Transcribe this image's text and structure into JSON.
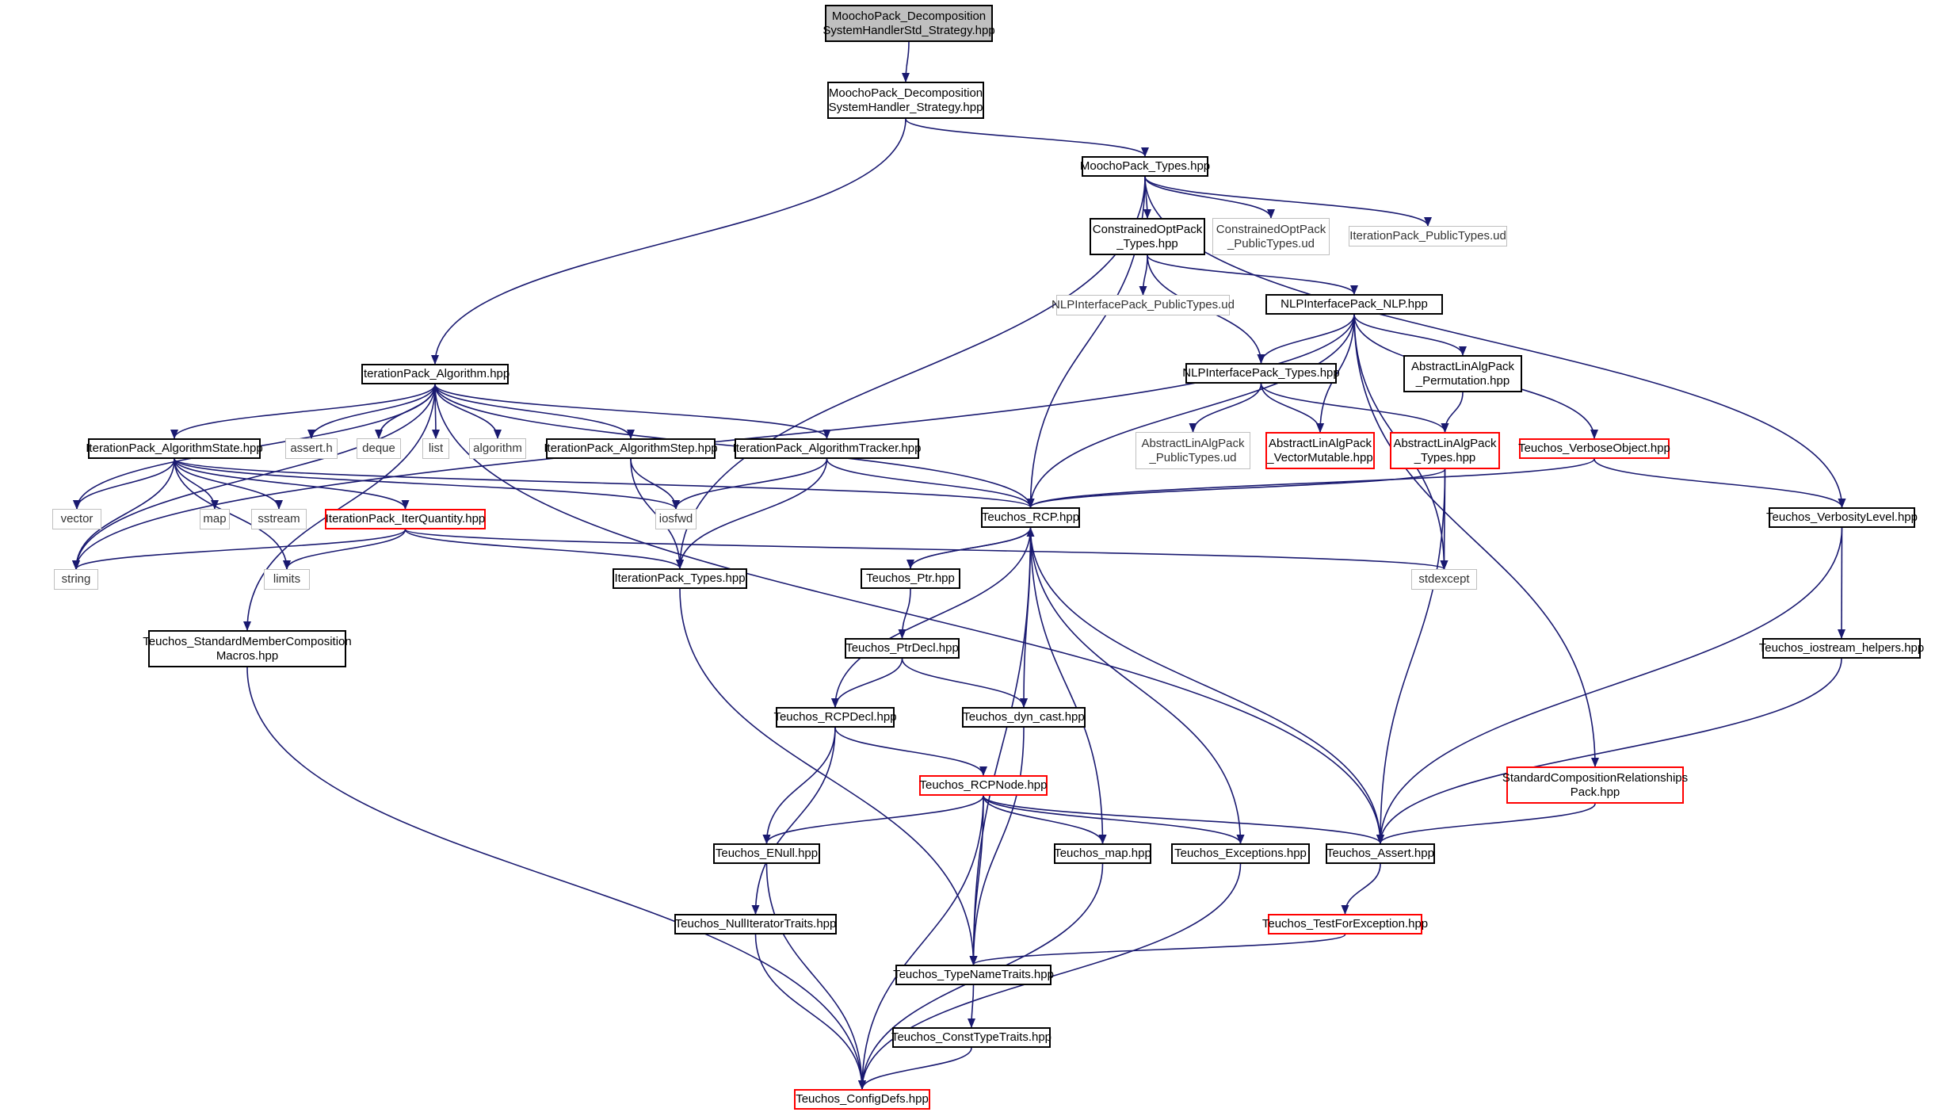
{
  "nodes": [
    {
      "id": "n0",
      "label": "MoochoPack_Decomposition\nSystemHandlerStd_Strategy.hpp",
      "style": "root"
    },
    {
      "id": "n1",
      "label": "MoochoPack_Decomposition\nSystemHandler_Strategy.hpp",
      "style": "normal"
    },
    {
      "id": "n2",
      "label": "MoochoPack_Types.hpp",
      "style": "normal"
    },
    {
      "id": "n3",
      "label": "ConstrainedOptPack\n_Types.hpp",
      "style": "normal"
    },
    {
      "id": "n4",
      "label": "ConstrainedOptPack\n_PublicTypes.ud",
      "style": "ext"
    },
    {
      "id": "n5",
      "label": "IterationPack_PublicTypes.ud",
      "style": "ext"
    },
    {
      "id": "n6",
      "label": "NLPInterfacePack_PublicTypes.ud",
      "style": "ext"
    },
    {
      "id": "n7",
      "label": "NLPInterfacePack_NLP.hpp",
      "style": "normal"
    },
    {
      "id": "n8",
      "label": "IterationPack_Algorithm.hpp",
      "style": "normal"
    },
    {
      "id": "n9",
      "label": "NLPInterfacePack_Types.hpp",
      "style": "normal"
    },
    {
      "id": "n10",
      "label": "AbstractLinAlgPack\n_Permutation.hpp",
      "style": "normal"
    },
    {
      "id": "n11",
      "label": "IterationPack_AlgorithmState.hpp",
      "style": "normal"
    },
    {
      "id": "n12",
      "label": "assert.h",
      "style": "ext"
    },
    {
      "id": "n13",
      "label": "deque",
      "style": "ext"
    },
    {
      "id": "n14",
      "label": "list",
      "style": "ext"
    },
    {
      "id": "n15",
      "label": "algorithm",
      "style": "ext"
    },
    {
      "id": "n16",
      "label": "IterationPack_AlgorithmStep.hpp",
      "style": "normal"
    },
    {
      "id": "n17",
      "label": "IterationPack_AlgorithmTracker.hpp",
      "style": "normal"
    },
    {
      "id": "n18",
      "label": "AbstractLinAlgPack\n_PublicTypes.ud",
      "style": "ext"
    },
    {
      "id": "n19",
      "label": "AbstractLinAlgPack\n_VectorMutable.hpp",
      "style": "red"
    },
    {
      "id": "n20",
      "label": "AbstractLinAlgPack\n_Types.hpp",
      "style": "red"
    },
    {
      "id": "n21",
      "label": "Teuchos_VerboseObject.hpp",
      "style": "red"
    },
    {
      "id": "n22",
      "label": "vector",
      "style": "ext"
    },
    {
      "id": "n23",
      "label": "map",
      "style": "ext"
    },
    {
      "id": "n24",
      "label": "sstream",
      "style": "ext"
    },
    {
      "id": "n25",
      "label": "IterationPack_IterQuantity.hpp",
      "style": "red"
    },
    {
      "id": "n26",
      "label": "iosfwd",
      "style": "ext"
    },
    {
      "id": "n27",
      "label": "Teuchos_RCP.hpp",
      "style": "normal"
    },
    {
      "id": "n28",
      "label": "Teuchos_VerbosityLevel.hpp",
      "style": "normal"
    },
    {
      "id": "n29",
      "label": "string",
      "style": "ext"
    },
    {
      "id": "n30",
      "label": "limits",
      "style": "ext"
    },
    {
      "id": "n31",
      "label": "IterationPack_Types.hpp",
      "style": "normal"
    },
    {
      "id": "n32",
      "label": "Teuchos_Ptr.hpp",
      "style": "normal"
    },
    {
      "id": "n33",
      "label": "stdexcept",
      "style": "ext"
    },
    {
      "id": "n34",
      "label": "Teuchos_StandardMemberComposition\nMacros.hpp",
      "style": "normal"
    },
    {
      "id": "n35",
      "label": "Teuchos_PtrDecl.hpp",
      "style": "normal"
    },
    {
      "id": "n36",
      "label": "Teuchos_iostream_helpers.hpp",
      "style": "normal"
    },
    {
      "id": "n37",
      "label": "Teuchos_RCPDecl.hpp",
      "style": "normal"
    },
    {
      "id": "n38",
      "label": "Teuchos_dyn_cast.hpp",
      "style": "normal"
    },
    {
      "id": "n39",
      "label": "Teuchos_RCPNode.hpp",
      "style": "red"
    },
    {
      "id": "n40",
      "label": "StandardCompositionRelationships\nPack.hpp",
      "style": "red"
    },
    {
      "id": "n41",
      "label": "Teuchos_ENull.hpp",
      "style": "normal"
    },
    {
      "id": "n42",
      "label": "Teuchos_map.hpp",
      "style": "normal"
    },
    {
      "id": "n43",
      "label": "Teuchos_Exceptions.hpp",
      "style": "normal"
    },
    {
      "id": "n44",
      "label": "Teuchos_Assert.hpp",
      "style": "normal"
    },
    {
      "id": "n45",
      "label": "Teuchos_NullIteratorTraits.hpp",
      "style": "normal"
    },
    {
      "id": "n46",
      "label": "Teuchos_TestForException.hpp",
      "style": "red"
    },
    {
      "id": "n47",
      "label": "Teuchos_TypeNameTraits.hpp",
      "style": "normal"
    },
    {
      "id": "n48",
      "label": "Teuchos_ConstTypeTraits.hpp",
      "style": "normal"
    },
    {
      "id": "n49",
      "label": "Teuchos_ConfigDefs.hpp",
      "style": "red"
    }
  ],
  "edges": [
    [
      "n0",
      "n1"
    ],
    [
      "n1",
      "n2"
    ],
    [
      "n1",
      "n8"
    ],
    [
      "n2",
      "n3"
    ],
    [
      "n2",
      "n4"
    ],
    [
      "n2",
      "n5"
    ],
    [
      "n2",
      "n28"
    ],
    [
      "n2",
      "n27"
    ],
    [
      "n2",
      "n31"
    ],
    [
      "n3",
      "n6"
    ],
    [
      "n3",
      "n7"
    ],
    [
      "n3",
      "n9"
    ],
    [
      "n7",
      "n9"
    ],
    [
      "n7",
      "n10"
    ],
    [
      "n7",
      "n19"
    ],
    [
      "n7",
      "n21"
    ],
    [
      "n7",
      "n27"
    ],
    [
      "n7",
      "n33"
    ],
    [
      "n7",
      "n40"
    ],
    [
      "n7",
      "n29"
    ],
    [
      "n8",
      "n11"
    ],
    [
      "n8",
      "n12"
    ],
    [
      "n8",
      "n13"
    ],
    [
      "n8",
      "n14"
    ],
    [
      "n8",
      "n15"
    ],
    [
      "n8",
      "n16"
    ],
    [
      "n8",
      "n17"
    ],
    [
      "n8",
      "n27"
    ],
    [
      "n8",
      "n44"
    ],
    [
      "n8",
      "n22"
    ],
    [
      "n8",
      "n29"
    ],
    [
      "n8",
      "n34"
    ],
    [
      "n9",
      "n18"
    ],
    [
      "n9",
      "n19"
    ],
    [
      "n9",
      "n20"
    ],
    [
      "n10",
      "n20"
    ],
    [
      "n20",
      "n27"
    ],
    [
      "n20",
      "n33"
    ],
    [
      "n20",
      "n44"
    ],
    [
      "n21",
      "n27"
    ],
    [
      "n21",
      "n28"
    ],
    [
      "n11",
      "n22"
    ],
    [
      "n11",
      "n23"
    ],
    [
      "n11",
      "n24"
    ],
    [
      "n11",
      "n25"
    ],
    [
      "n11",
      "n26"
    ],
    [
      "n11",
      "n27"
    ],
    [
      "n11",
      "n29"
    ],
    [
      "n11",
      "n30"
    ],
    [
      "n16",
      "n26"
    ],
    [
      "n16",
      "n31"
    ],
    [
      "n17",
      "n26"
    ],
    [
      "n17",
      "n27"
    ],
    [
      "n17",
      "n31"
    ],
    [
      "n25",
      "n29"
    ],
    [
      "n25",
      "n30"
    ],
    [
      "n25",
      "n31"
    ],
    [
      "n25",
      "n33"
    ],
    [
      "n27",
      "n32"
    ],
    [
      "n27",
      "n37"
    ],
    [
      "n27",
      "n38"
    ],
    [
      "n27",
      "n42"
    ],
    [
      "n27",
      "n43"
    ],
    [
      "n27",
      "n44"
    ],
    [
      "n27",
      "n47"
    ],
    [
      "n32",
      "n27"
    ],
    [
      "n32",
      "n35"
    ],
    [
      "n35",
      "n37"
    ],
    [
      "n35",
      "n38"
    ],
    [
      "n37",
      "n39"
    ],
    [
      "n37",
      "n41"
    ],
    [
      "n37",
      "n45"
    ],
    [
      "n38",
      "n47"
    ],
    [
      "n39",
      "n41"
    ],
    [
      "n39",
      "n42"
    ],
    [
      "n39",
      "n43"
    ],
    [
      "n39",
      "n44"
    ],
    [
      "n39",
      "n47"
    ],
    [
      "n39",
      "n49"
    ],
    [
      "n28",
      "n36"
    ],
    [
      "n28",
      "n44"
    ],
    [
      "n36",
      "n44"
    ],
    [
      "n40",
      "n44"
    ],
    [
      "n44",
      "n46"
    ],
    [
      "n46",
      "n47"
    ],
    [
      "n31",
      "n47"
    ],
    [
      "n34",
      "n49"
    ],
    [
      "n41",
      "n49"
    ],
    [
      "n42",
      "n49"
    ],
    [
      "n43",
      "n49"
    ],
    [
      "n45",
      "n49"
    ],
    [
      "n47",
      "n48"
    ],
    [
      "n48",
      "n49"
    ]
  ],
  "colors": {
    "edge": "#191970",
    "node_border": "#000000",
    "external_border": "#bfbfbf",
    "highlight_border": "#ff0000",
    "root_fill": "#bfbfbf"
  }
}
